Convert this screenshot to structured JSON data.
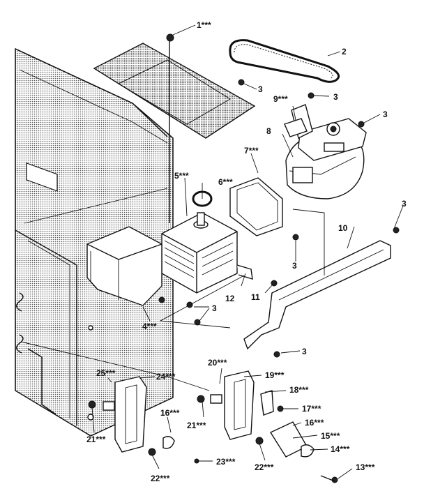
{
  "labels": {
    "l1": "1***",
    "l2": "2",
    "l3a": "3",
    "l3b": "3",
    "l3c": "3",
    "l3d": "3",
    "l3e": "3",
    "l3f": "3",
    "l3g": "3",
    "l4": "4***",
    "l5": "5***",
    "l6": "6***",
    "l7": "7***",
    "l8": "8",
    "l9": "9***",
    "l10": "10",
    "l11": "11",
    "l12": "12",
    "l13": "13***",
    "l14": "14***",
    "l15": "15***",
    "l16a": "16***",
    "l16b": "16***",
    "l17": "17***",
    "l18": "18***",
    "l19": "19***",
    "l20": "20***",
    "l21a": "21***",
    "l21b": "21***",
    "l22a": "22***",
    "l22b": "22***",
    "l23": "23***",
    "l24": "24***",
    "l25": "25***"
  },
  "colors": {
    "ink": "#111111",
    "paper": "#ffffff",
    "stipple": "#9a9a9a"
  }
}
